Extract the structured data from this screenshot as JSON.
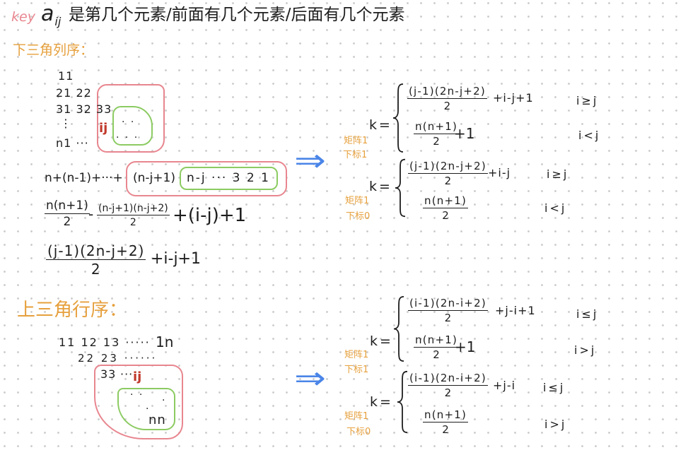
{
  "colors": {
    "ink": "#1d1d1d",
    "pink": "#e8868f",
    "orange": "#e6a03d",
    "red": "#c0392b",
    "green": "#8ccb62",
    "blue": "#4a85e8",
    "grid_dot": "#c9c9c9"
  },
  "header": {
    "key": "key",
    "var": "a",
    "sub": "ij",
    "text": "是第几个元素/前面有几个元素/后面有几个元素"
  },
  "lower": {
    "heading": "下三角列序：",
    "matrix": {
      "row1": "11",
      "row2": "21 22",
      "row3": "31 32 33",
      "vdots": "⋮",
      "row_n": "n1 ···",
      "ij": "ij",
      "dots1": "· ·",
      "dots2": "· · ·"
    },
    "sum": {
      "prefix": "n+(n-1)+···+",
      "boxed": "(n-j+1)",
      "inner": "n-j ··· 3 2 1"
    },
    "step1": {
      "frac1_num": "n(n+1)",
      "frac1_den": "2",
      "minus": "-",
      "frac2_num": "(n-j+1)(n-j+2)",
      "frac2_den": "2",
      "rest": "+(i-j)+1"
    },
    "step2": {
      "num": "(j-1)(2n-j+2)",
      "den": "2",
      "rest": "+i-j+1"
    },
    "arrow": "⇒",
    "cases": [
      {
        "label_matrix": "矩阵1",
        "label_index": "下标1",
        "k": "k =",
        "case1": {
          "num": "(j-1)(2n-j+2)",
          "den": "2",
          "rest": "+i-j+1",
          "cond": "i≥j"
        },
        "case2": {
          "num": "n(n+1)",
          "den": "2",
          "rest": "+1",
          "cond": "i<j"
        }
      },
      {
        "label_matrix": "矩阵1",
        "label_index": "下标0",
        "k": "k =",
        "case1": {
          "num": "(j-1)(2n-j+2)",
          "den": "2",
          "rest": "+i-j",
          "cond": "i≥j"
        },
        "case2": {
          "num": "n(n+1)",
          "den": "2",
          "cond": "i<j"
        }
      }
    ]
  },
  "upper": {
    "heading": "上三角行序：",
    "matrix": {
      "row1": "11 12 13 ·····",
      "row1_end": "1n",
      "row2": "22 23 ······",
      "row3_start": "33",
      "row3_dots": "···",
      "ij": "ij",
      "dots1": "·  ·",
      "dots2": "·",
      "dots3": "·",
      "nn": "nn"
    },
    "arrow": "⇒",
    "cases": [
      {
        "label_matrix": "矩阵1",
        "label_index": "下标1",
        "k": "k =",
        "case1": {
          "num": "(i-1)(2n-i+2)",
          "den": "2",
          "rest": "+j-i+1",
          "cond": "i≤j"
        },
        "case2": {
          "num": "n(n+1)",
          "den": "2",
          "rest": "+1",
          "cond": "i>j"
        }
      },
      {
        "label_matrix": "矩阵1",
        "label_index": "下标0",
        "k": "k =",
        "case1": {
          "num": "(i-1)(2n-i+2)",
          "den": "2",
          "rest": "+j-i",
          "cond": "i≤j"
        },
        "case2": {
          "num": "n(n+1)",
          "den": "2",
          "cond": "i>j"
        }
      }
    ]
  }
}
